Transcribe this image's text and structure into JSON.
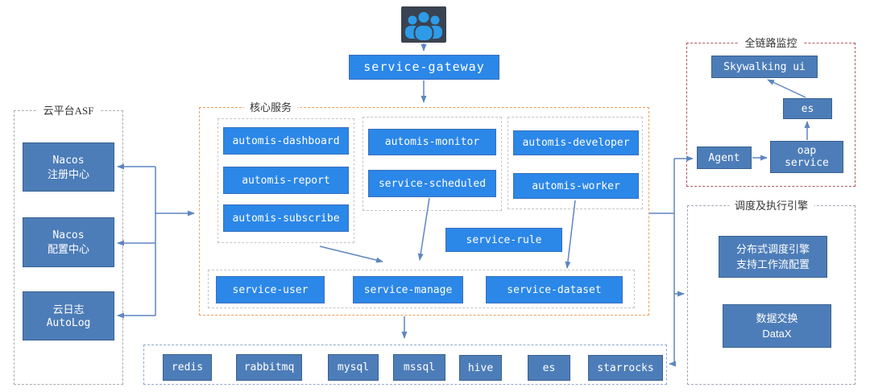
{
  "gateway": {
    "label": "service-gateway"
  },
  "cloud_panel": {
    "title": "云平台ASF",
    "boxes": [
      [
        "Nacos",
        "注册中心"
      ],
      [
        "Nacos",
        "配置中心"
      ],
      [
        "云日志",
        "AutoLog"
      ]
    ]
  },
  "core_panel": {
    "title": "核心服务",
    "group1": [
      "automis-dashboard",
      "automis-report",
      "automis-subscribe"
    ],
    "group2": [
      "automis-monitor",
      "service-scheduled"
    ],
    "group3": [
      "automis-developer",
      "automis-worker"
    ],
    "rule": "service-rule",
    "base_row": [
      "service-user",
      "service-manage",
      "service-dataset"
    ]
  },
  "storage_panel": {
    "items": [
      "redis",
      "rabbitmq",
      "mysql",
      "mssql",
      "hive",
      "es",
      "starrocks"
    ]
  },
  "monitor_panel": {
    "title": "全链路监控",
    "skywalking_ui": "Skywalking ui",
    "es": "es",
    "agent": "Agent",
    "oap": [
      "oap",
      "service"
    ]
  },
  "engine_panel": {
    "title": "调度及执行引擎",
    "scheduler": [
      "分布式调度引擎",
      "支持工作流配置"
    ],
    "datax": [
      "数据交换",
      "DataX"
    ]
  },
  "icons": {
    "users": "users-group-icon"
  },
  "colors": {
    "node_blue": "#2b87e8",
    "node_steel": "#4d7db8",
    "connector": "#5e86c1",
    "core_border": "#efa05e",
    "monitor_border": "#af5b5b",
    "gray_border": "#ababab",
    "storage_border": "#8ea9d2",
    "icon_bg": "#3a4351",
    "icon_glyph": "#2e9be8"
  }
}
